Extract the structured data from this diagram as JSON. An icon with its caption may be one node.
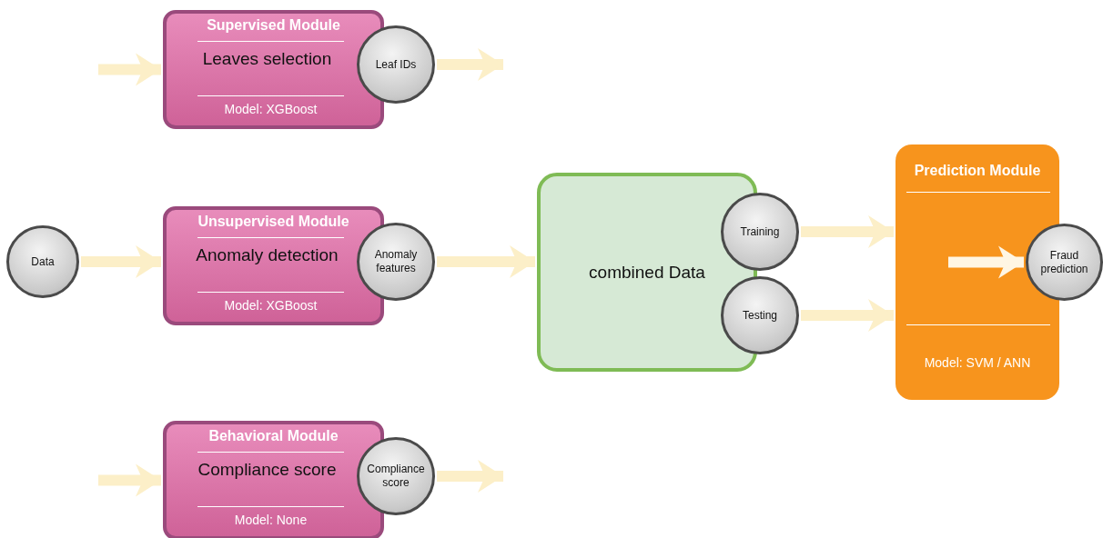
{
  "diagram": {
    "nodes": [
      {
        "text": [
          "Data"
        ]
      },
      {
        "text": [
          "Supervised Module",
          "Leaves selection",
          "Model: XGBoost"
        ]
      },
      {
        "text": [
          "Leaf IDs"
        ]
      },
      {
        "text": [
          "Unsupervised Module",
          "Anomaly detection",
          "Model: XGBoost"
        ]
      },
      {
        "text": [
          "Anomaly features"
        ]
      },
      {
        "text": [
          "Behavioral Module",
          "Compliance score",
          "Model: None"
        ]
      },
      {
        "text": [
          "Compliance score"
        ]
      },
      {
        "text": [
          "combined Data"
        ]
      },
      {
        "text": [
          "Training"
        ]
      },
      {
        "text": [
          "Testing"
        ]
      },
      {
        "text": [
          "Prediction Module",
          "Model: SVM / ANN"
        ]
      },
      {
        "text": [
          "Fraud prediction"
        ]
      }
    ],
    "edges": [
      {
        "from": null,
        "to": 1,
        "arrow": "to"
      },
      {
        "from": 2,
        "to": null,
        "arrow": "to"
      },
      {
        "from": 0,
        "to": 3,
        "arrow": "to"
      },
      {
        "from": 4,
        "to": 7,
        "arrow": "to"
      },
      {
        "from": null,
        "to": 5,
        "arrow": "to"
      },
      {
        "from": 6,
        "to": null,
        "arrow": "to"
      },
      {
        "from": 8,
        "to": 10,
        "arrow": "to"
      },
      {
        "from": 9,
        "to": 10,
        "arrow": "to"
      },
      {
        "from": 10,
        "to": 11,
        "arrow": "to",
        "color": "#fff6e4"
      }
    ]
  }
}
